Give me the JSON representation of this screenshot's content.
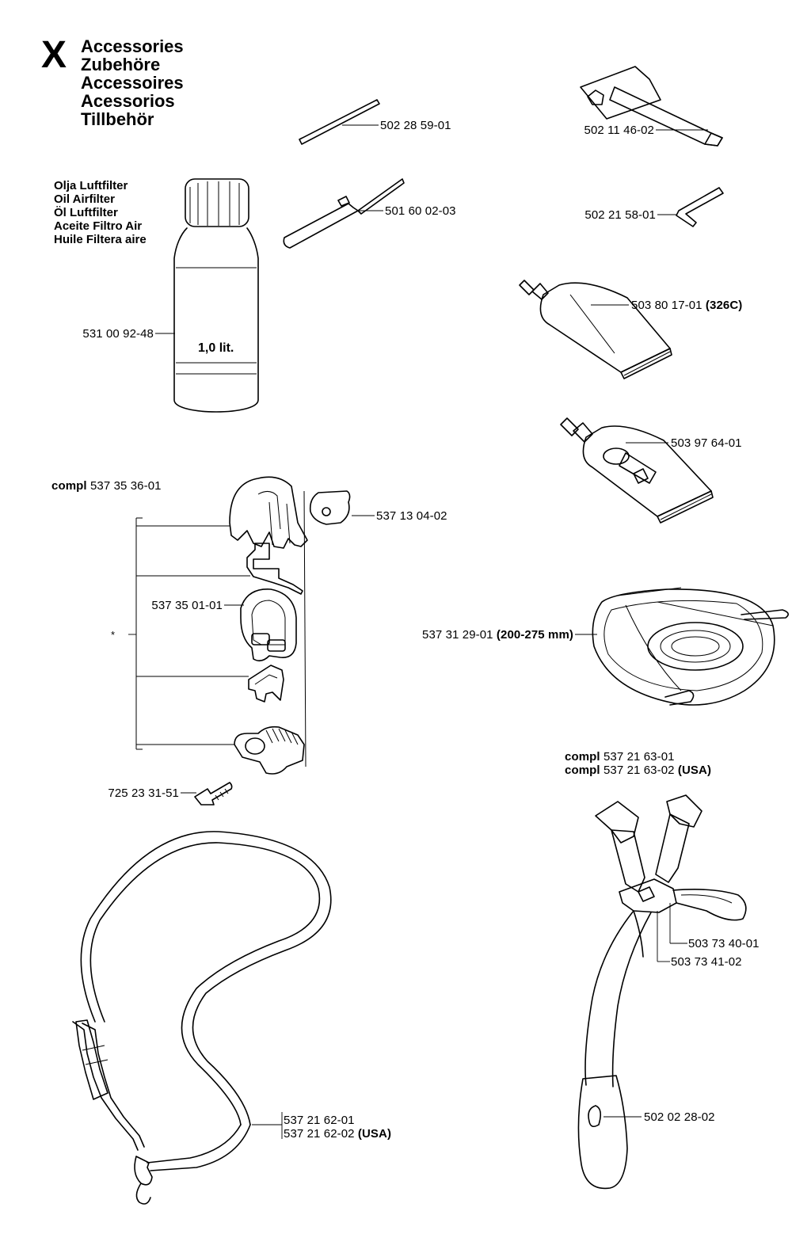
{
  "section": {
    "letter": "X",
    "titles": [
      "Accessories",
      "Zubehöre",
      "Accessoires",
      "Acessorios",
      "Tillbehör"
    ]
  },
  "oil": {
    "titles": [
      "Olja Luftfilter",
      "Oil Airfilter",
      "Öl Luftfilter",
      "Aceite Filtro Air",
      "Huile Filtera aire"
    ],
    "volume": "1,0 lit.",
    "part": "531 00 92-48"
  },
  "parts": {
    "rod": "502 28 59-01",
    "file_handle": "501 60 02-03",
    "spark_wrench": "502 11 46-02",
    "hex_key": "502 21 58-01",
    "grease_tube": {
      "number": "503 80 17-01",
      "note": "(326C)"
    },
    "grease_tube_large": "503 97 64-01",
    "guard_plate": {
      "number": "537 31 29-01",
      "note": "(200-275 mm)"
    },
    "hanger_set": {
      "prefix": "compl",
      "number": "537 35 36-01"
    },
    "hanger_knob": "537 13 04-02",
    "hanger_loop": "537 35 01-01",
    "hanger_marker": "*",
    "hanger_screw": "725 23 31-51",
    "single_strap": {
      "number_1": "537 21 62-01",
      "number_2": "537 21 62-02",
      "note": "(USA)"
    },
    "harness": {
      "prefix": "compl",
      "number_1": "537 21 63-01",
      "number_2": "537 21 63-02",
      "note": "(USA)",
      "buckle": "503 73 40-01",
      "slider": "503 73 41-02",
      "hook": "502 02 28-02"
    }
  }
}
